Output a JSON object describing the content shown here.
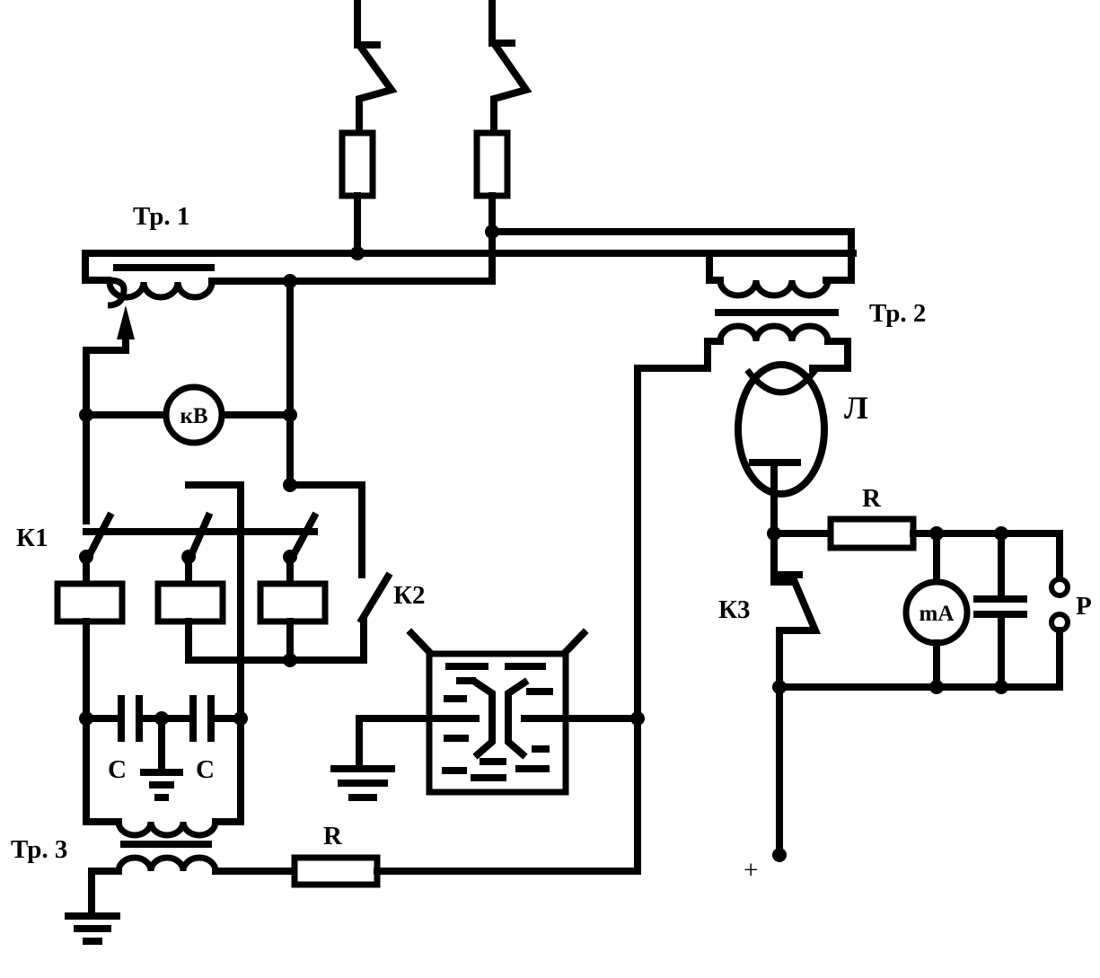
{
  "labels": {
    "tr1": "Тр. 1",
    "tr2": "Тр. 2",
    "tr3": "Тр. 3",
    "k1": "К1",
    "k2": "К2",
    "k3": "К3",
    "lamp": "Л",
    "r_top": "R",
    "r_bottom": "R",
    "c_left": "С",
    "c_right": "С",
    "p": "Р",
    "plus": "+"
  },
  "meters": {
    "kv": "кВ",
    "ma": "mA"
  }
}
